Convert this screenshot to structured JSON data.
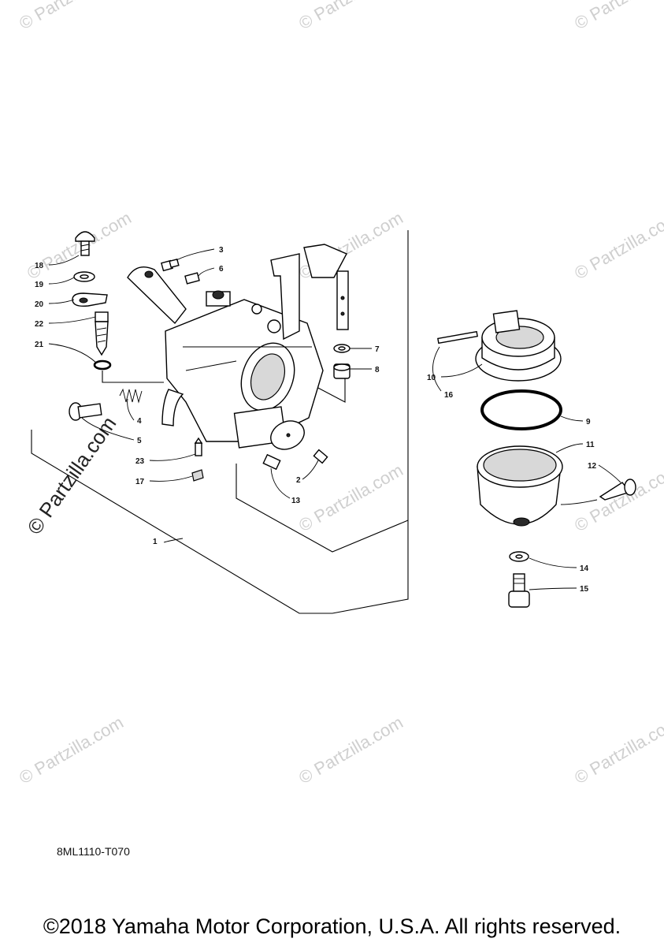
{
  "watermark": {
    "text": "© Partzilla.com",
    "side_text": "© Partzilla.com"
  },
  "callouts": {
    "p1": "1",
    "p2": "2",
    "p3": "3",
    "p4": "4",
    "p5": "5",
    "p6": "6",
    "p7": "7",
    "p8": "8",
    "p9": "9",
    "p10": "10",
    "p11": "11",
    "p12": "12",
    "p13": "13",
    "p14": "14",
    "p15": "15",
    "p16": "16",
    "p17": "17",
    "p18": "18",
    "p19": "19",
    "p20": "20",
    "p21": "21",
    "p22": "22",
    "p23": "23"
  },
  "diagram_code": "8ML1110-T070",
  "copyright": "©2018 Yamaha Motor Corporation, U.S.A. All rights reserved."
}
